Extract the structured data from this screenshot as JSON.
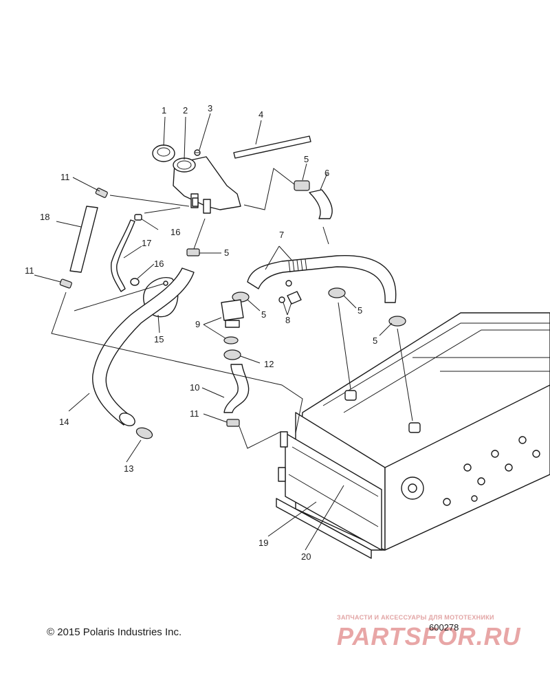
{
  "callouts": [
    {
      "id": "c1",
      "label": "1"
    },
    {
      "id": "c2",
      "label": "2"
    },
    {
      "id": "c3",
      "label": "3"
    },
    {
      "id": "c4",
      "label": "4"
    },
    {
      "id": "c5a",
      "label": "5"
    },
    {
      "id": "c6",
      "label": "6"
    },
    {
      "id": "c11a",
      "label": "11"
    },
    {
      "id": "c18",
      "label": "18"
    },
    {
      "id": "c16a",
      "label": "16"
    },
    {
      "id": "c17",
      "label": "17"
    },
    {
      "id": "c5b",
      "label": "5"
    },
    {
      "id": "c7",
      "label": "7"
    },
    {
      "id": "c11b",
      "label": "11"
    },
    {
      "id": "c16b",
      "label": "16"
    },
    {
      "id": "c5c",
      "label": "5"
    },
    {
      "id": "c5d",
      "label": "5"
    },
    {
      "id": "c8",
      "label": "8"
    },
    {
      "id": "c15",
      "label": "15"
    },
    {
      "id": "c9",
      "label": "9"
    },
    {
      "id": "c5e",
      "label": "5"
    },
    {
      "id": "c12",
      "label": "12"
    },
    {
      "id": "c10",
      "label": "10"
    },
    {
      "id": "c14",
      "label": "14"
    },
    {
      "id": "c11c",
      "label": "11"
    },
    {
      "id": "c13",
      "label": "13"
    },
    {
      "id": "c19",
      "label": "19"
    },
    {
      "id": "c20",
      "label": "20"
    }
  ],
  "copyright": "© 2015 Polaris Industries Inc.",
  "figure_number": "600278",
  "watermark": {
    "tagline": "ЗАПЧАСТИ И АКСЕССУАРЫ ДЛЯ МОТОТЕХНИКИ",
    "brand": "PARTSFOR.RU",
    "color": "#d65c5c"
  }
}
